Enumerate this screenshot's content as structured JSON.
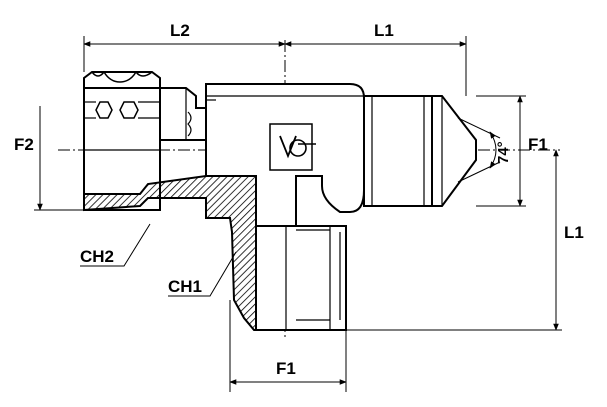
{
  "diagram": {
    "kind": "technical-drawing",
    "subject": "tee fitting with swivel nut branch",
    "colors": {
      "line": "#000000",
      "background": "#ffffff"
    },
    "labels": {
      "L2": "L2",
      "L1_top": "L1",
      "L1_right": "L1",
      "F2": "F2",
      "F1_right": "F1",
      "F1_bottom": "F1",
      "CH2": "CH2",
      "CH1": "CH1",
      "angle": "74°"
    }
  }
}
